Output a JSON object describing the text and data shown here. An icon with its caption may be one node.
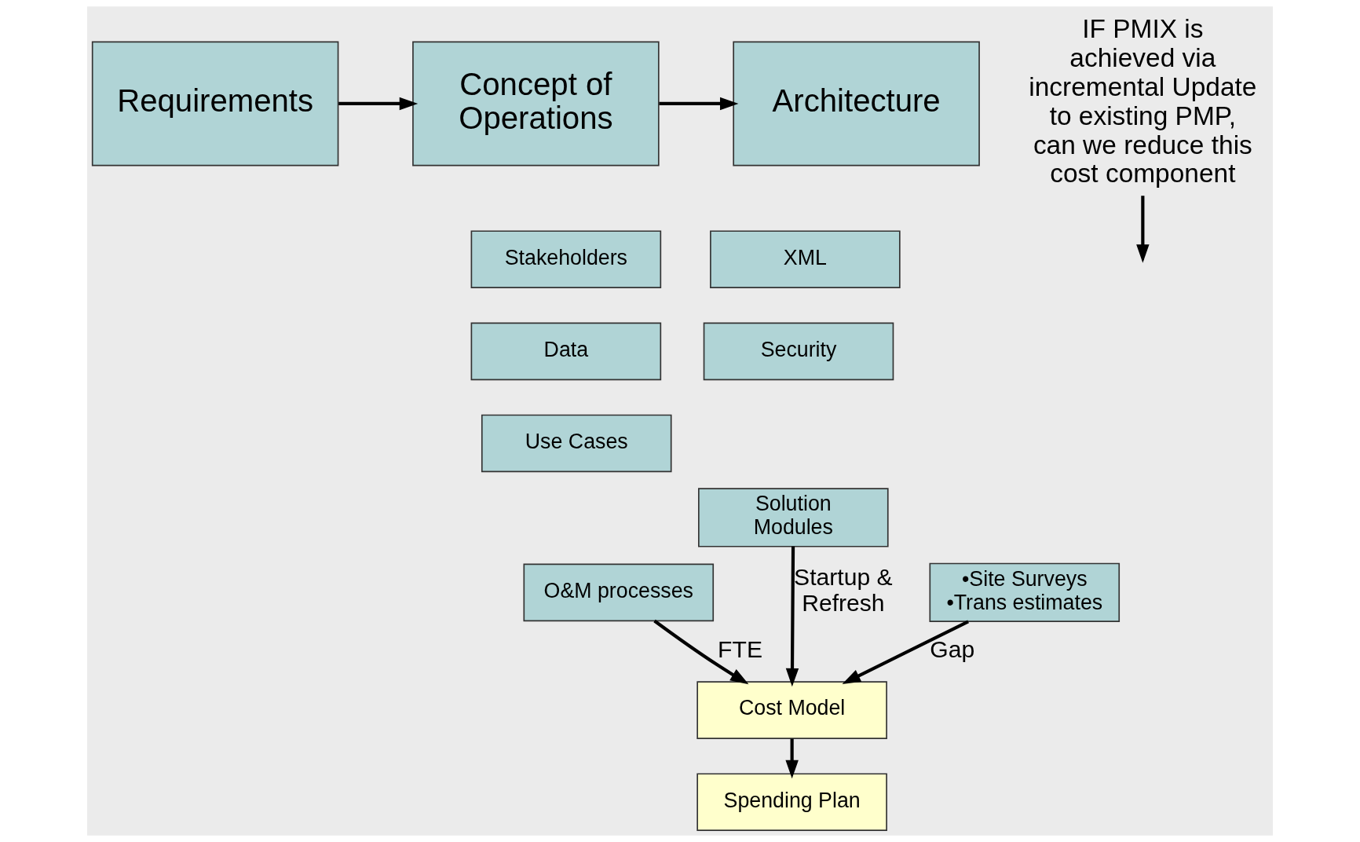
{
  "diagram": {
    "nodes": [
      {
        "text": [
          "Requirements"
        ]
      },
      {
        "text": [
          "Concept of Operations"
        ]
      },
      {
        "text": [
          "Architecture"
        ]
      },
      {
        "text": [
          "Stakeholders"
        ]
      },
      {
        "text": [
          "Data"
        ]
      },
      {
        "text": [
          "Use Cases"
        ]
      },
      {
        "text": [
          "O&M processes"
        ]
      },
      {
        "text": [
          "XML"
        ]
      },
      {
        "text": [
          "Security"
        ]
      },
      {
        "text": [
          "Solution Modules"
        ]
      },
      {
        "text": [
          "•Site Surveys",
          "•Trans estimates"
        ]
      },
      {
        "text": [
          "Cost Model"
        ]
      },
      {
        "text": [
          "Spending Plan"
        ]
      },
      {
        "text": [
          "IF PMIX is achieved via incremental Update to existing PMP, can we reduce this cost component"
        ]
      }
    ],
    "edges": [
      {
        "from": 0,
        "to": 1,
        "arrow": "to"
      },
      {
        "from": 1,
        "to": 2,
        "arrow": "to"
      },
      {
        "from": 9,
        "to": 11,
        "arrow": "to",
        "label": "Startup & Refresh"
      },
      {
        "from": 6,
        "to": 11,
        "arrow": "to",
        "label": "FTE"
      },
      {
        "from": 10,
        "to": 11,
        "arrow": "to",
        "label": "Gap"
      },
      {
        "from": 11,
        "to": 12,
        "arrow": "to"
      },
      {
        "from": 13,
        "to": null,
        "arrow": "to"
      }
    ]
  }
}
